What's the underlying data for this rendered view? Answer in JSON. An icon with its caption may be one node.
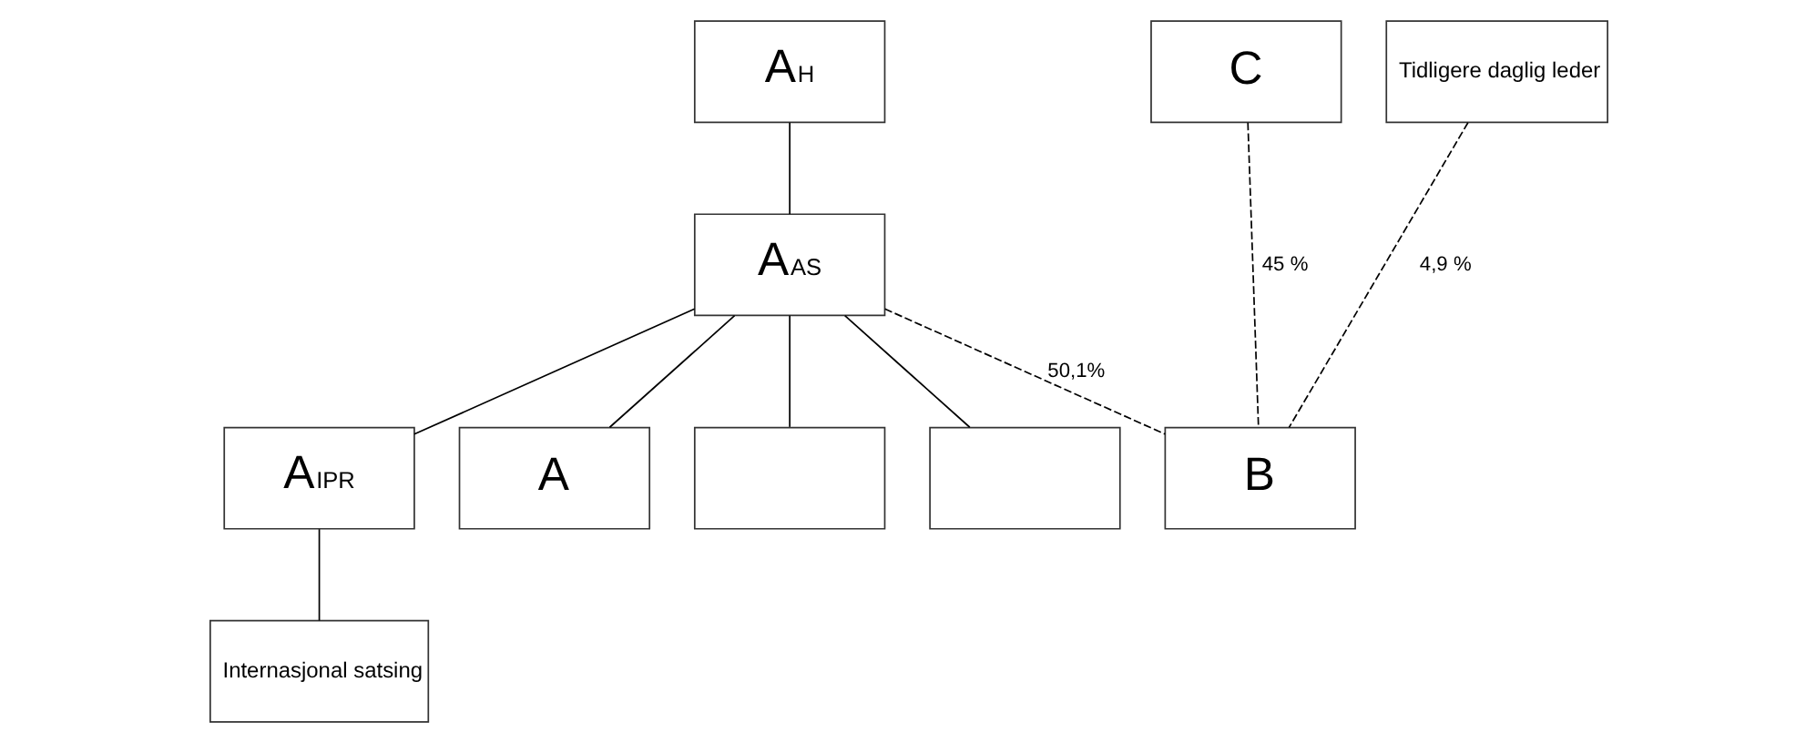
{
  "diagram": {
    "nodes": [
      {
        "text": [
          "A$_{H}$"
        ]
      },
      {
        "text": [
          "C"
        ]
      },
      {
        "text": [
          "Tidligere daglig leder"
        ]
      },
      {
        "text": [
          "A$_{AS}$"
        ]
      },
      {
        "text": [
          "A$_{IPR}$"
        ]
      },
      {
        "text": [
          "A"
        ]
      },
      {
        "text": [],
        "shape": "box"
      },
      {
        "text": [],
        "shape": "box"
      },
      {
        "text": [
          "B"
        ]
      },
      {
        "text": [
          "Internasjonal satsing"
        ]
      }
    ],
    "edges": [
      {
        "from": 0,
        "to": 3,
        "arrow": "none"
      },
      {
        "from": 3,
        "to": 4,
        "arrow": "none"
      },
      {
        "from": 3,
        "to": 5,
        "arrow": "none"
      },
      {
        "from": 3,
        "to": 6,
        "arrow": "none"
      },
      {
        "from": 3,
        "to": 7,
        "arrow": "none"
      },
      {
        "from": 3,
        "to": 8,
        "arrow": "none",
        "style": "dashed",
        "label": "50,1%"
      },
      {
        "from": 1,
        "to": 8,
        "arrow": "none",
        "style": "dashed",
        "label": "45 %"
      },
      {
        "from": 2,
        "to": 8,
        "arrow": "none",
        "style": "dashed",
        "label": "4,9 %"
      },
      {
        "from": 4,
        "to": 9,
        "arrow": "none"
      }
    ]
  }
}
